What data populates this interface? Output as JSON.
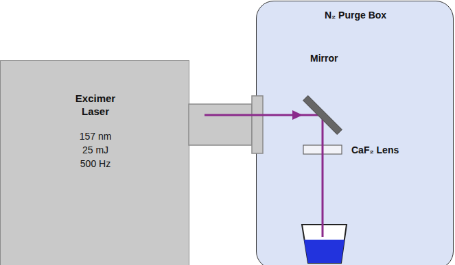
{
  "diagram": {
    "nodes": [
      {
        "text": [
          "Excimer Laser",
          "157 nm",
          "25 mJ",
          "500 Hz"
        ]
      },
      {
        "text": [
          "N₂ Purge Box"
        ]
      }
    ],
    "labels": [
      "Mirror",
      "CaF₂ Lens"
    ]
  }
}
